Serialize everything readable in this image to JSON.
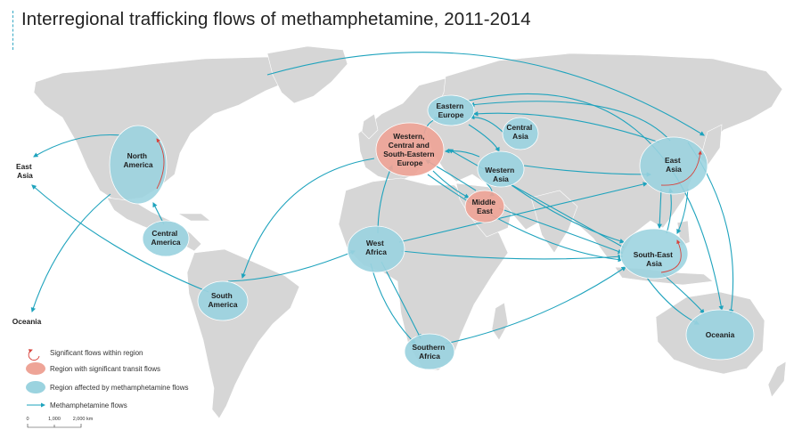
{
  "title": "Interregional trafficking flows of methamphetamine, 2011-2014",
  "colors": {
    "land": "#d6d6d6",
    "affected": "#9bd3df",
    "transit": "#eea497",
    "flow": "#1ea3bd",
    "within": "#d8423b"
  },
  "regions": {
    "north_america": "North America",
    "central_america": "Central America",
    "south_america": "South America",
    "eastern_europe": "Eastern Europe",
    "western_europe": "Western, Central and South-Eastern Europe",
    "central_asia": "Central Asia",
    "western_asia": "Western Asia",
    "middle_east": "Middle East",
    "west_africa": "West Africa",
    "southern_africa": "Southern Africa",
    "east_asia": "East Asia",
    "south_east_asia": "South-East Asia",
    "oceania": "Oceania",
    "east_asia_outside": "East Asia",
    "oceania_outside": "Oceania"
  },
  "legend": {
    "within": "Significant flows within region",
    "transit": "Region with significant transit flows",
    "affected": "Region affected by methamphetamine flows",
    "flows": "Methamphetamine flows"
  },
  "scale": {
    "t0": "0",
    "t1": "1,000",
    "t2": "2,000 km"
  }
}
